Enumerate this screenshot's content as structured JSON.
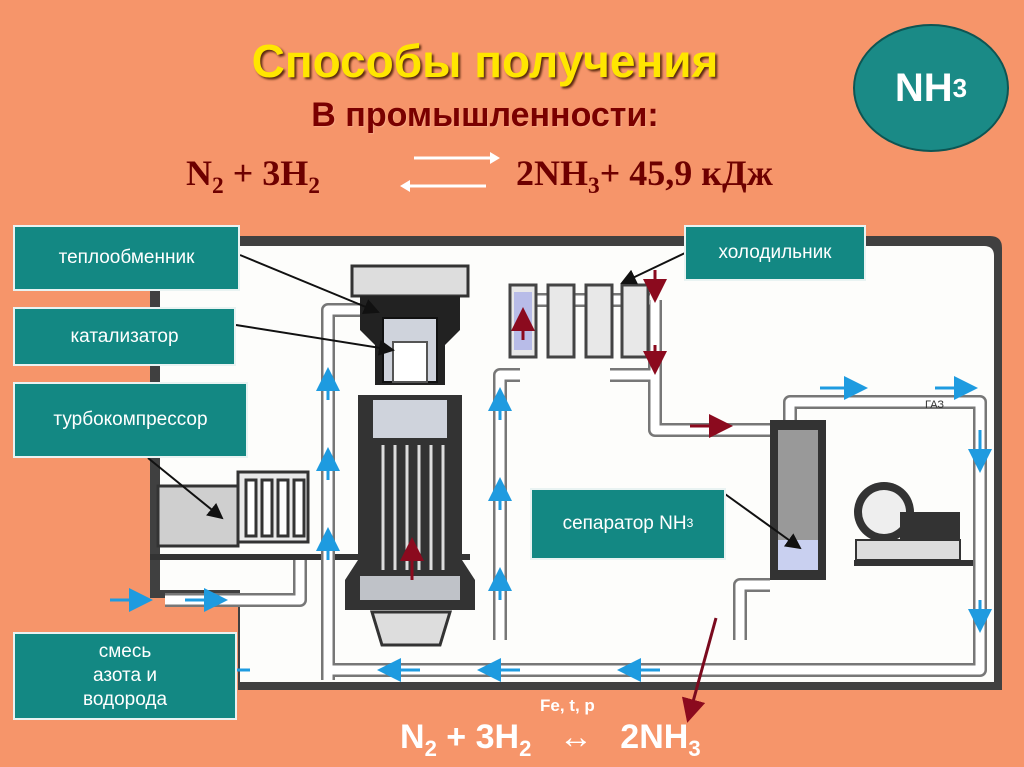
{
  "title": "Способы получения",
  "subtitle": "В промышленности:",
  "equation": {
    "left_n2": "N",
    "left_n2_sub": "2",
    "plus1": " + 3H",
    "left_h2_sub": "2",
    "right": "2NH",
    "right_sub": "3",
    "energy": "+ 45,9 кДж"
  },
  "badge": {
    "text": "NH",
    "sub": "3"
  },
  "labels": {
    "heat_exchanger": "теплообменник",
    "catalyst": "катализатор",
    "turbocompressor": "турбокомпрессор",
    "cooler": "холодильник",
    "separator": "сепаратор NH",
    "separator_sub": "3",
    "mix_line1": "смесь",
    "mix_line2": "азота и",
    "mix_line3": "водорода"
  },
  "gas_label": "ГАЗ",
  "bottom": {
    "conditions": "Fe, t, p",
    "n2": "N",
    "n2_sub": "2",
    "plus": " + 3H",
    "h2_sub": "2",
    "arrow": "↔",
    "product": "2NH",
    "product_sub": "3"
  },
  "colors": {
    "background": "#F6956A",
    "label_fill": "#138883",
    "title": "#FFE600",
    "subtitle": "#7A0000",
    "flow_arrow": "#1E9BE0",
    "reverse_arrow": "#8B0A1E"
  }
}
